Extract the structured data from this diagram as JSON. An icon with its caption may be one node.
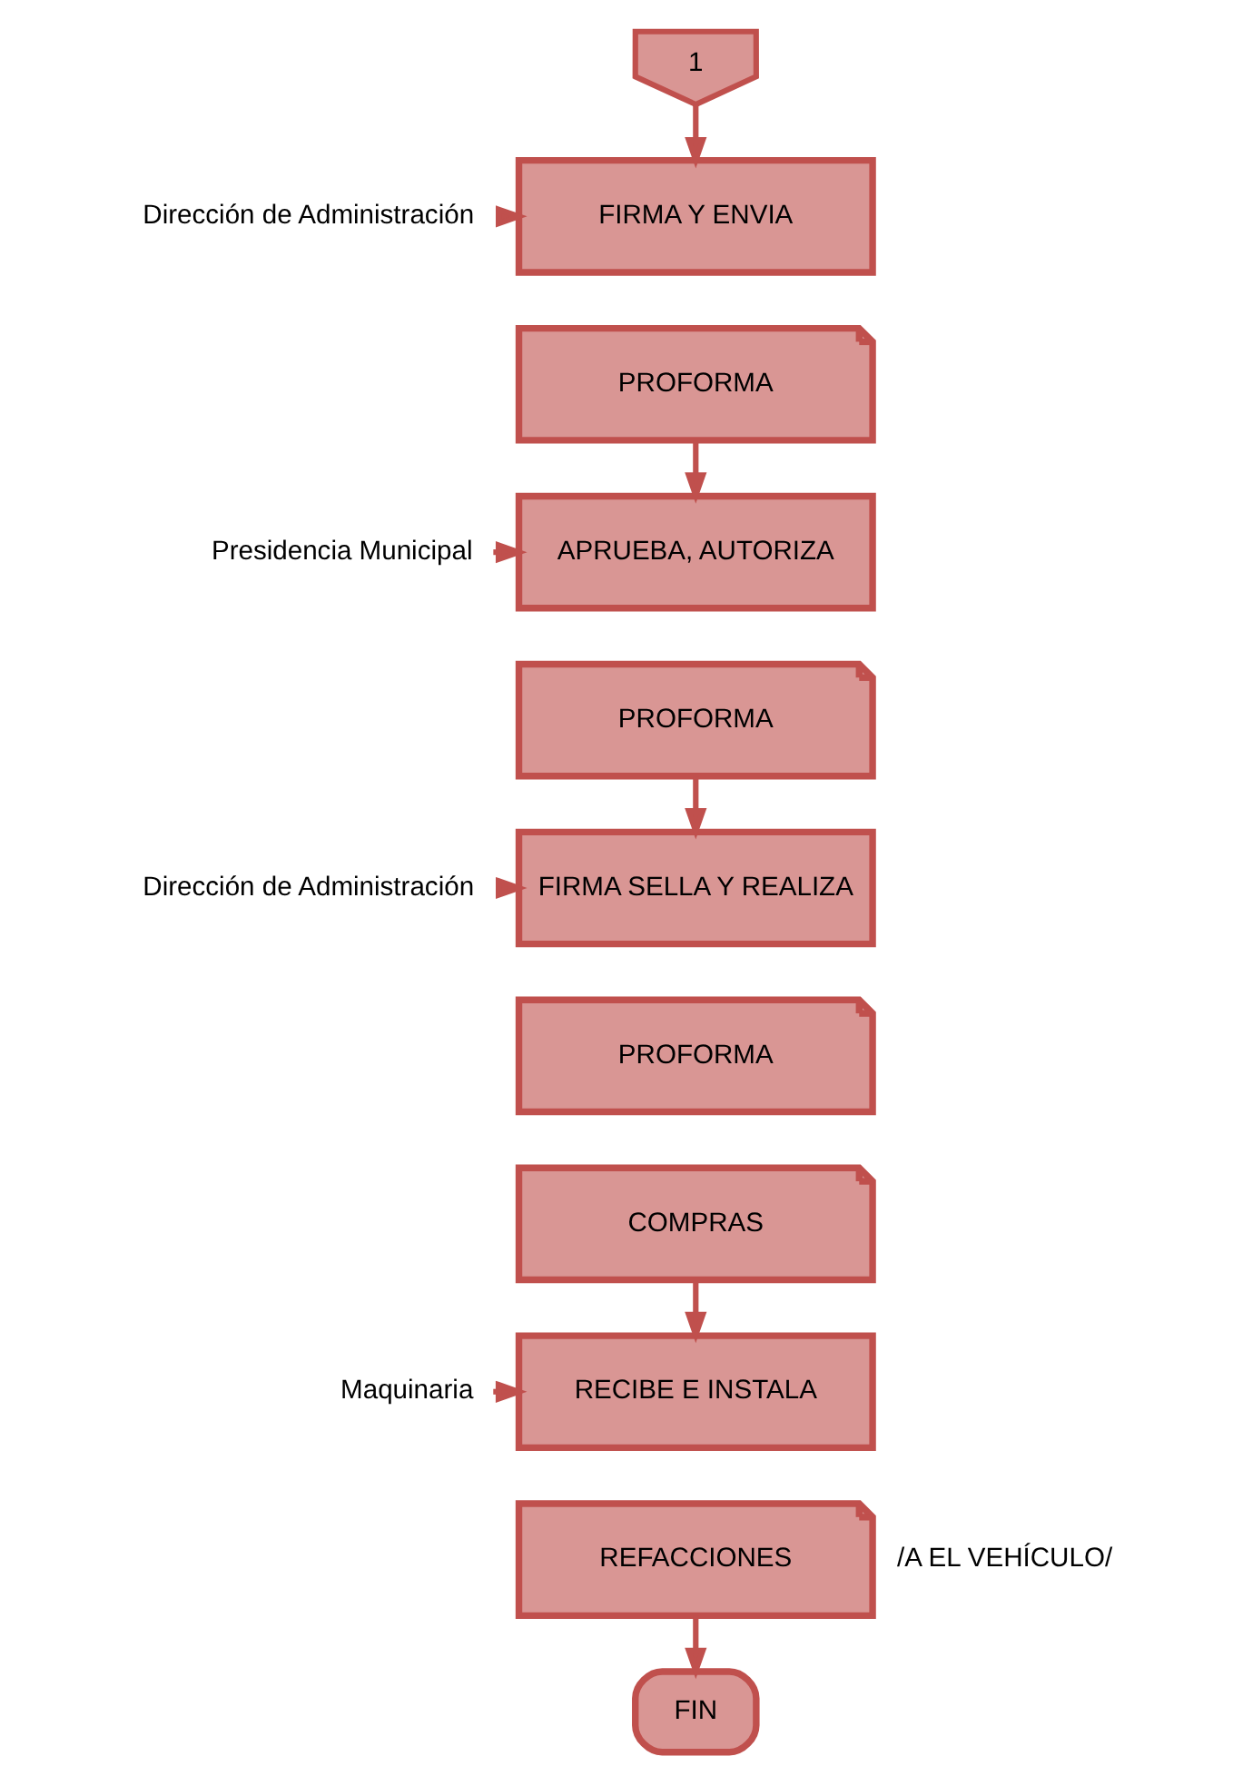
{
  "diagram": {
    "nodes": [
      {
        "text": [
          "1"
        ]
      },
      {
        "text": [
          "Dirección de Administración"
        ]
      },
      {
        "text": [
          "FIRMA Y ENVIA"
        ]
      },
      {
        "text": [
          "PROFORMA"
        ]
      },
      {
        "text": [
          "Presidencia Municipal"
        ]
      },
      {
        "text": [
          "APRUEBA, AUTORIZA"
        ]
      },
      {
        "text": [
          "PROFORMA"
        ]
      },
      {
        "text": [
          "Dirección de Administración"
        ]
      },
      {
        "text": [
          "FIRMA SELLA Y REALIZA"
        ]
      },
      {
        "text": [
          "PROFORMA"
        ]
      },
      {
        "text": [
          "COMPRAS"
        ]
      },
      {
        "text": [
          "Maquinaria"
        ]
      },
      {
        "text": [
          "RECIBE E INSTALA"
        ]
      },
      {
        "text": [
          "REFACCIONES"
        ],
        "beside": [
          "/A EL VEHÍCULO/"
        ]
      },
      {
        "text": [
          "FIN"
        ]
      }
    ],
    "edges": [
      {
        "from": 0,
        "to": 2,
        "arrow": "to"
      },
      {
        "from": 1,
        "to": 2,
        "arrow": "to"
      },
      {
        "from": 3,
        "to": 5,
        "arrow": "to"
      },
      {
        "from": 4,
        "to": 5,
        "arrow": "to"
      },
      {
        "from": 6,
        "to": 8,
        "arrow": "to"
      },
      {
        "from": 7,
        "to": 8,
        "arrow": "to"
      },
      {
        "from": 10,
        "to": 12,
        "arrow": "to"
      },
      {
        "from": 11,
        "to": 12,
        "arrow": "to"
      },
      {
        "from": 13,
        "to": 14,
        "arrow": "to"
      }
    ]
  }
}
